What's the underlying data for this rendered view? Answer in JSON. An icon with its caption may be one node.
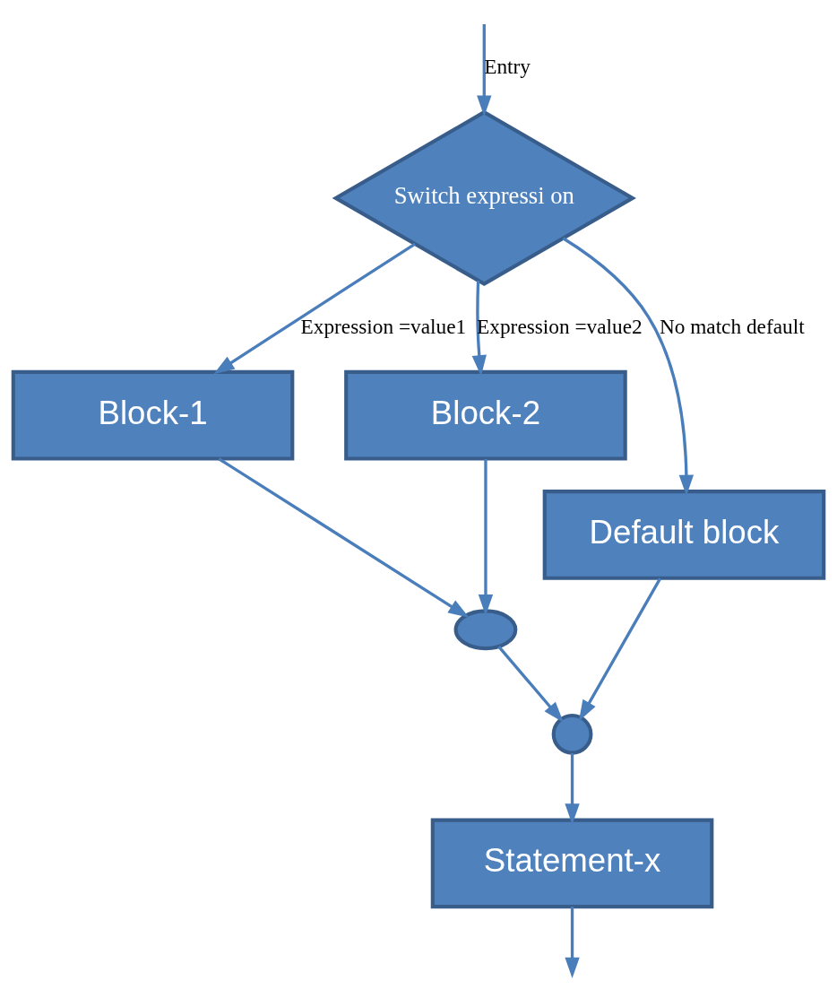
{
  "diagram": {
    "nodes": [
      {
        "text": [
          "Switch expressi on"
        ]
      },
      {
        "text": [
          "Block-1"
        ]
      },
      {
        "text": [
          "Block-2"
        ]
      },
      {
        "text": [
          "Default block"
        ]
      },
      {
        "text": [],
        "shape": "ellipse"
      },
      {
        "text": [],
        "shape": "circle"
      },
      {
        "text": [
          "Statement-x"
        ]
      }
    ],
    "edges": [
      {
        "from": null,
        "to": 0,
        "arrow": "to",
        "label": "Entry"
      },
      {
        "from": 0,
        "to": 1,
        "arrow": "to",
        "label": "Expression =value1"
      },
      {
        "from": 0,
        "to": 2,
        "arrow": "to",
        "label": "Expression =value2"
      },
      {
        "from": 0,
        "to": 3,
        "arrow": "to",
        "label": "No match default"
      },
      {
        "from": 1,
        "to": 4,
        "arrow": "to"
      },
      {
        "from": 2,
        "to": 4,
        "arrow": "to"
      },
      {
        "from": 4,
        "to": 5,
        "arrow": "to"
      },
      {
        "from": 3,
        "to": 5,
        "arrow": "to"
      },
      {
        "from": 5,
        "to": 6,
        "arrow": "to"
      },
      {
        "from": 6,
        "to": null,
        "arrow": "to"
      }
    ]
  }
}
